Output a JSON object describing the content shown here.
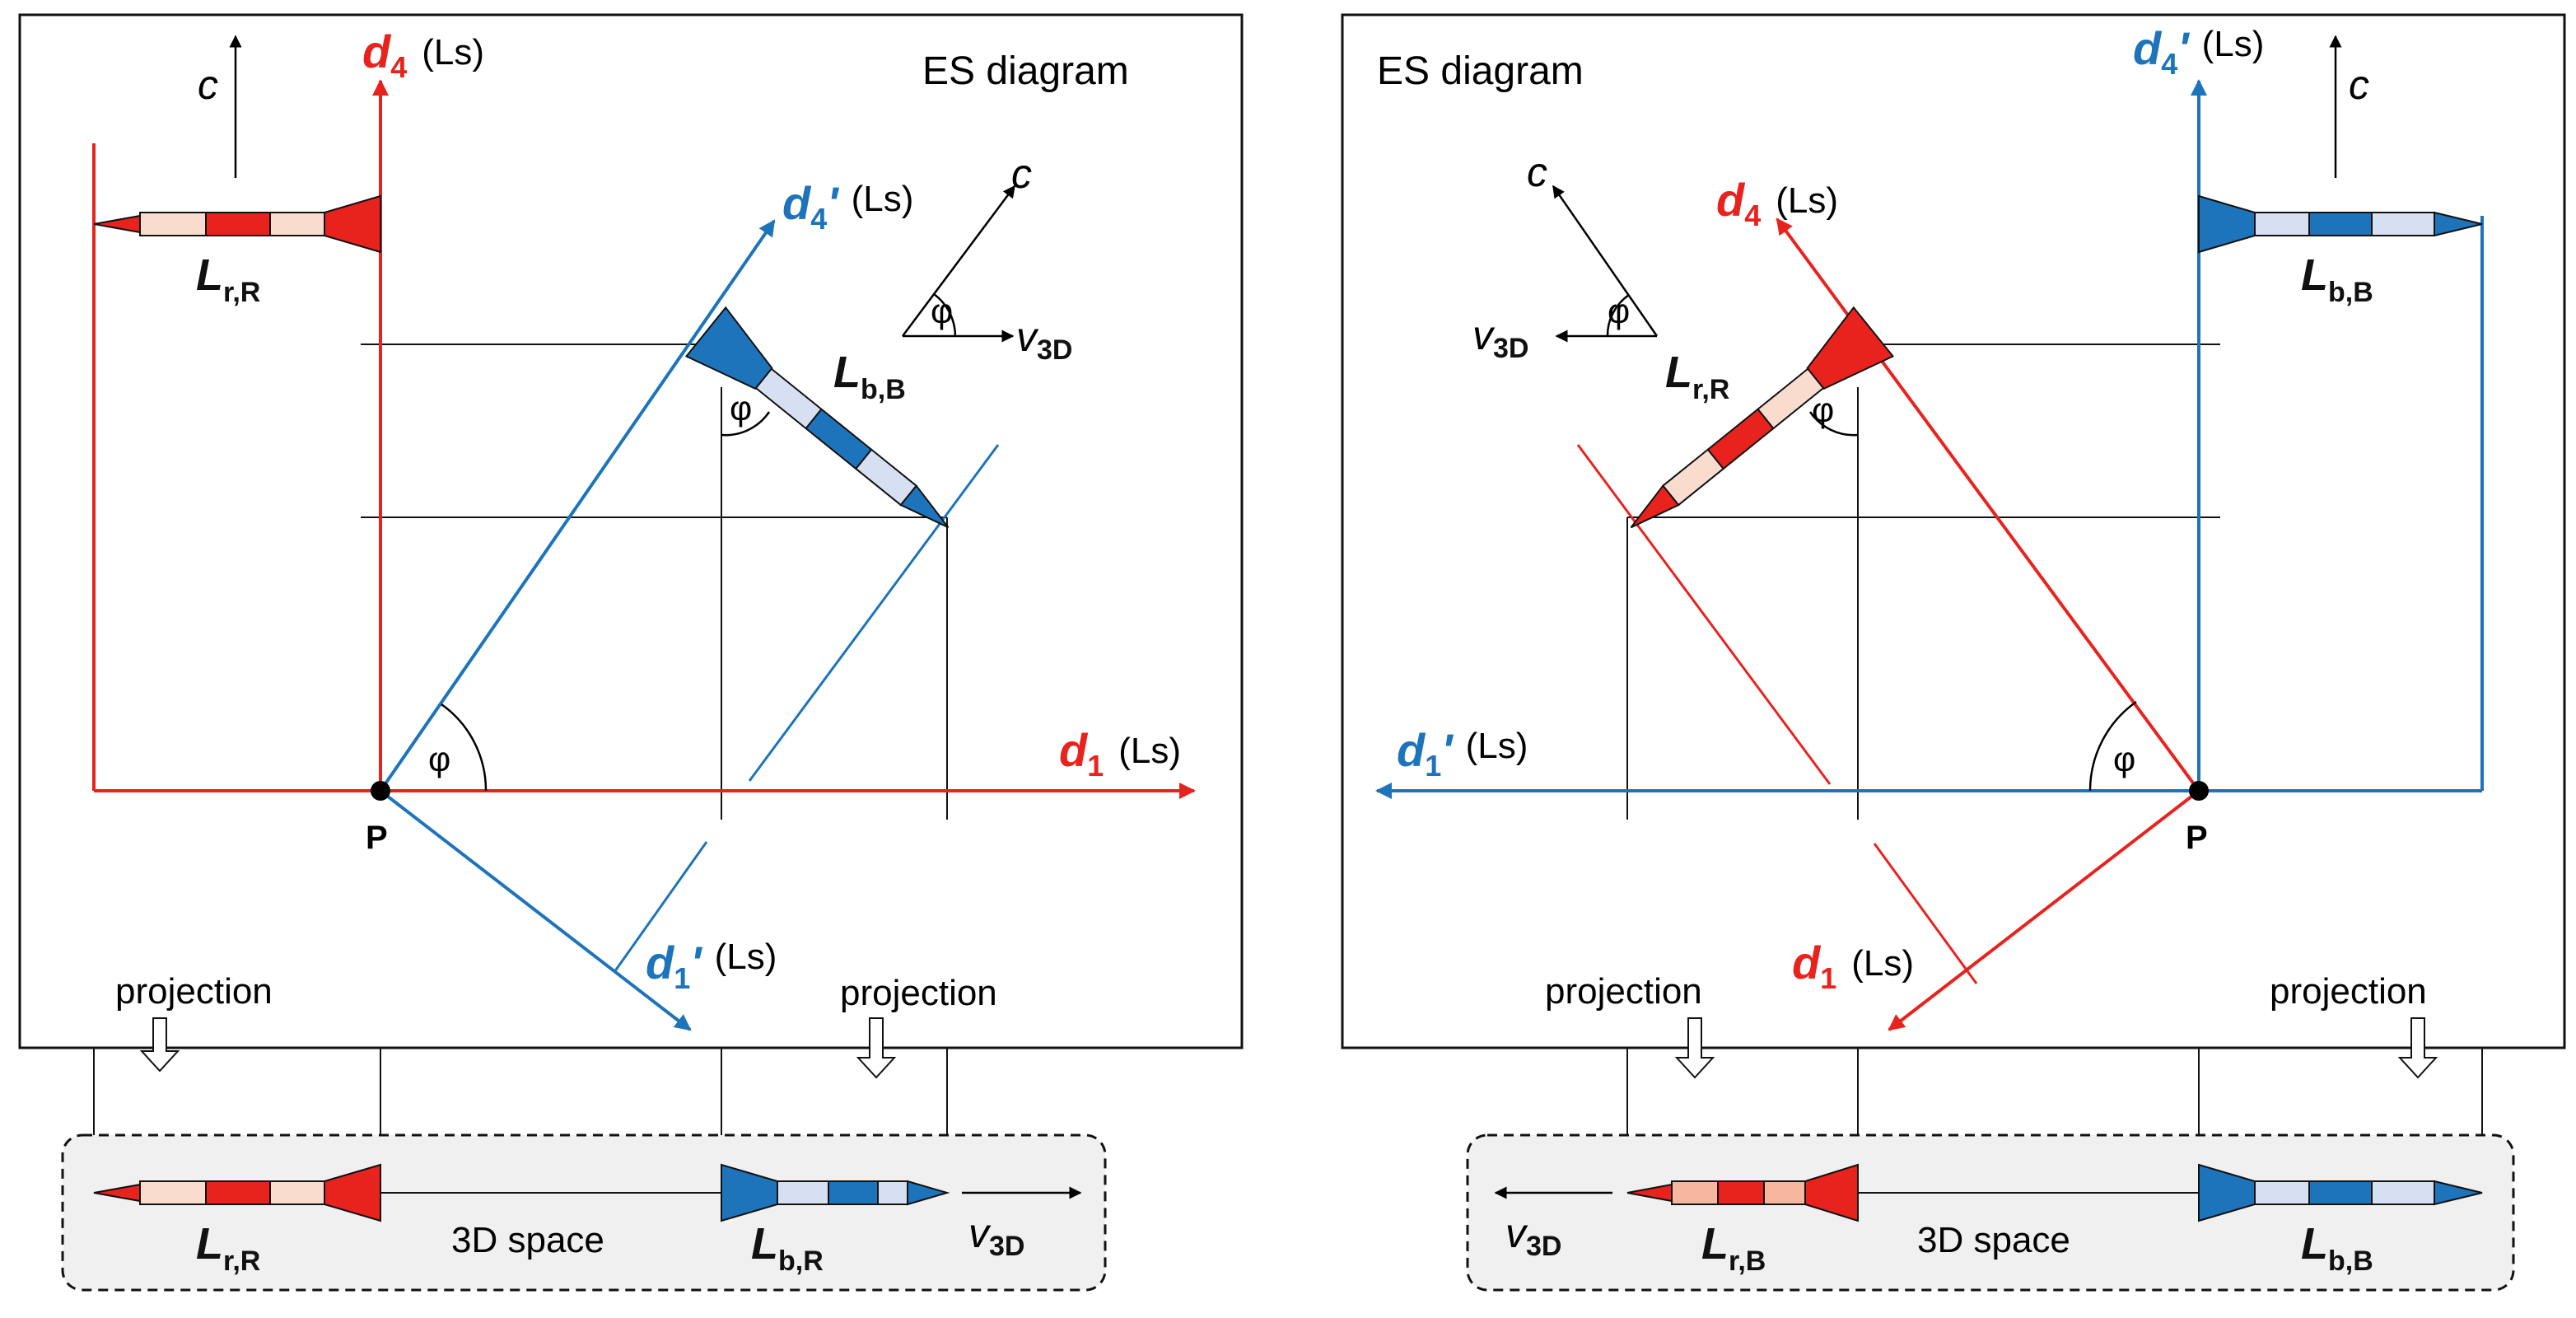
{
  "colors": {
    "red": "#e8231e",
    "blue": "#1d74bb",
    "red_light": "#f9dccd",
    "red_mid": "#f7b79e",
    "blue_light": "#d7e0f2",
    "space_bg": "#f0f0f0"
  },
  "left": {
    "title": "ES diagram",
    "d4": {
      "main": "d",
      "sub": "4",
      "prime": "",
      "unit": "(Ls)"
    },
    "d1": {
      "main": "d",
      "sub": "1",
      "prime": "",
      "unit": "(Ls)"
    },
    "d4p": {
      "main": "d",
      "sub": "4",
      "prime": "'",
      "unit": "(Ls)"
    },
    "d1p": {
      "main": "d",
      "sub": "1",
      "prime": "'",
      "unit": "(Ls)"
    },
    "c_label": "c",
    "phi": "φ",
    "v": {
      "main": "v",
      "sub": "3D"
    },
    "origin": "P",
    "rod_top_left": {
      "main": "L",
      "sub": "r,R"
    },
    "rod_diag": {
      "main": "L",
      "sub": "b,B"
    },
    "projection_left": "projection",
    "projection_right": "projection",
    "space": {
      "label": "3D space",
      "rod_left": {
        "main": "L",
        "sub": "r,R"
      },
      "rod_right": {
        "main": "L",
        "sub": "b,R"
      },
      "v": {
        "main": "v",
        "sub": "3D"
      }
    }
  },
  "right": {
    "title": "ES diagram",
    "d4p": {
      "main": "d",
      "sub": "4",
      "prime": "'",
      "unit": "(Ls)"
    },
    "d1p": {
      "main": "d",
      "sub": "1",
      "prime": "'",
      "unit": "(Ls)"
    },
    "d4": {
      "main": "d",
      "sub": "4",
      "prime": "",
      "unit": "(Ls)"
    },
    "d1": {
      "main": "d",
      "sub": "1",
      "prime": "",
      "unit": "(Ls)"
    },
    "c_label": "c",
    "phi": "φ",
    "v": {
      "main": "v",
      "sub": "3D"
    },
    "origin": "P",
    "rod_top_right": {
      "main": "L",
      "sub": "b,B"
    },
    "rod_diag": {
      "main": "L",
      "sub": "r,R"
    },
    "projection_left": "projection",
    "projection_right": "projection",
    "space": {
      "label": "3D space",
      "rod_left": {
        "main": "L",
        "sub": "r,B"
      },
      "rod_right": {
        "main": "L",
        "sub": "b,B"
      },
      "v": {
        "main": "v",
        "sub": "3D"
      }
    }
  }
}
